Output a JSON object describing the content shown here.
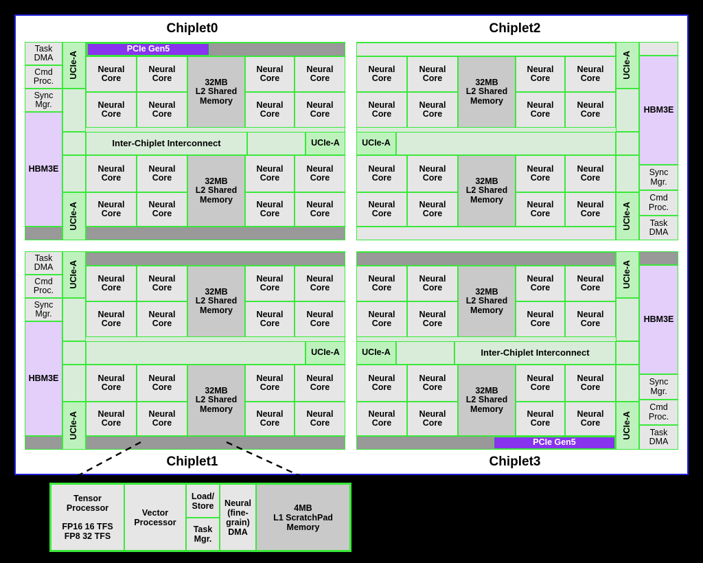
{
  "diagram": {
    "title_chiplet0": "Chiplet0",
    "title_chiplet1": "Chiplet1",
    "title_chiplet2": "Chiplet2",
    "title_chiplet3": "Chiplet3"
  },
  "labels": {
    "neural_core": "Neural\nCore",
    "neural_core_l1": "Neural",
    "neural_core_l2": "Core",
    "l2_mem_l1": "32MB",
    "l2_mem_l2": "L2 Shared",
    "l2_mem_l3": "Memory",
    "hbm": "HBM3E",
    "task_dma_l1": "Task",
    "task_dma_l2": "DMA",
    "cmd_proc_l1": "Cmd",
    "cmd_proc_l2": "Proc.",
    "sync_mgr_l1": "Sync",
    "sync_mgr_l2": "Mgr.",
    "ucie": "UCIe-A",
    "interconnect": "Inter-Chiplet Interconnect",
    "pcie": "PCIe Gen5"
  },
  "detail": {
    "tensor_l1": "Tensor",
    "tensor_l2": "Processor",
    "tensor_l3": "FP16 16 TFS",
    "tensor_l4": "FP8 32 TFS",
    "vector_l1": "Vector",
    "vector_l2": "Processor",
    "loadstore_l1": "Load/",
    "loadstore_l2": "Store",
    "taskmgr_l1": "Task",
    "taskmgr_l2": "Mgr.",
    "dma_l1": "Neural",
    "dma_l2": "(fine-",
    "dma_l3": "grain)",
    "dma_l4": "DMA",
    "l1mem_l1": "4MB",
    "l1mem_l2": "L1 ScratchPad",
    "l1mem_l3": "Memory"
  },
  "colors": {
    "border_green": "#3ae83a",
    "neural_core": "#e6e6e6",
    "l2_memory": "#c9c9c9",
    "hbm": "#e3cffa",
    "ucie": "#bdf2bd",
    "fabric": "#d9ecd9",
    "bus_gray": "#999999",
    "pcie_purple": "#8833ee",
    "panel_border": "#2222dd",
    "background": "#000000"
  }
}
